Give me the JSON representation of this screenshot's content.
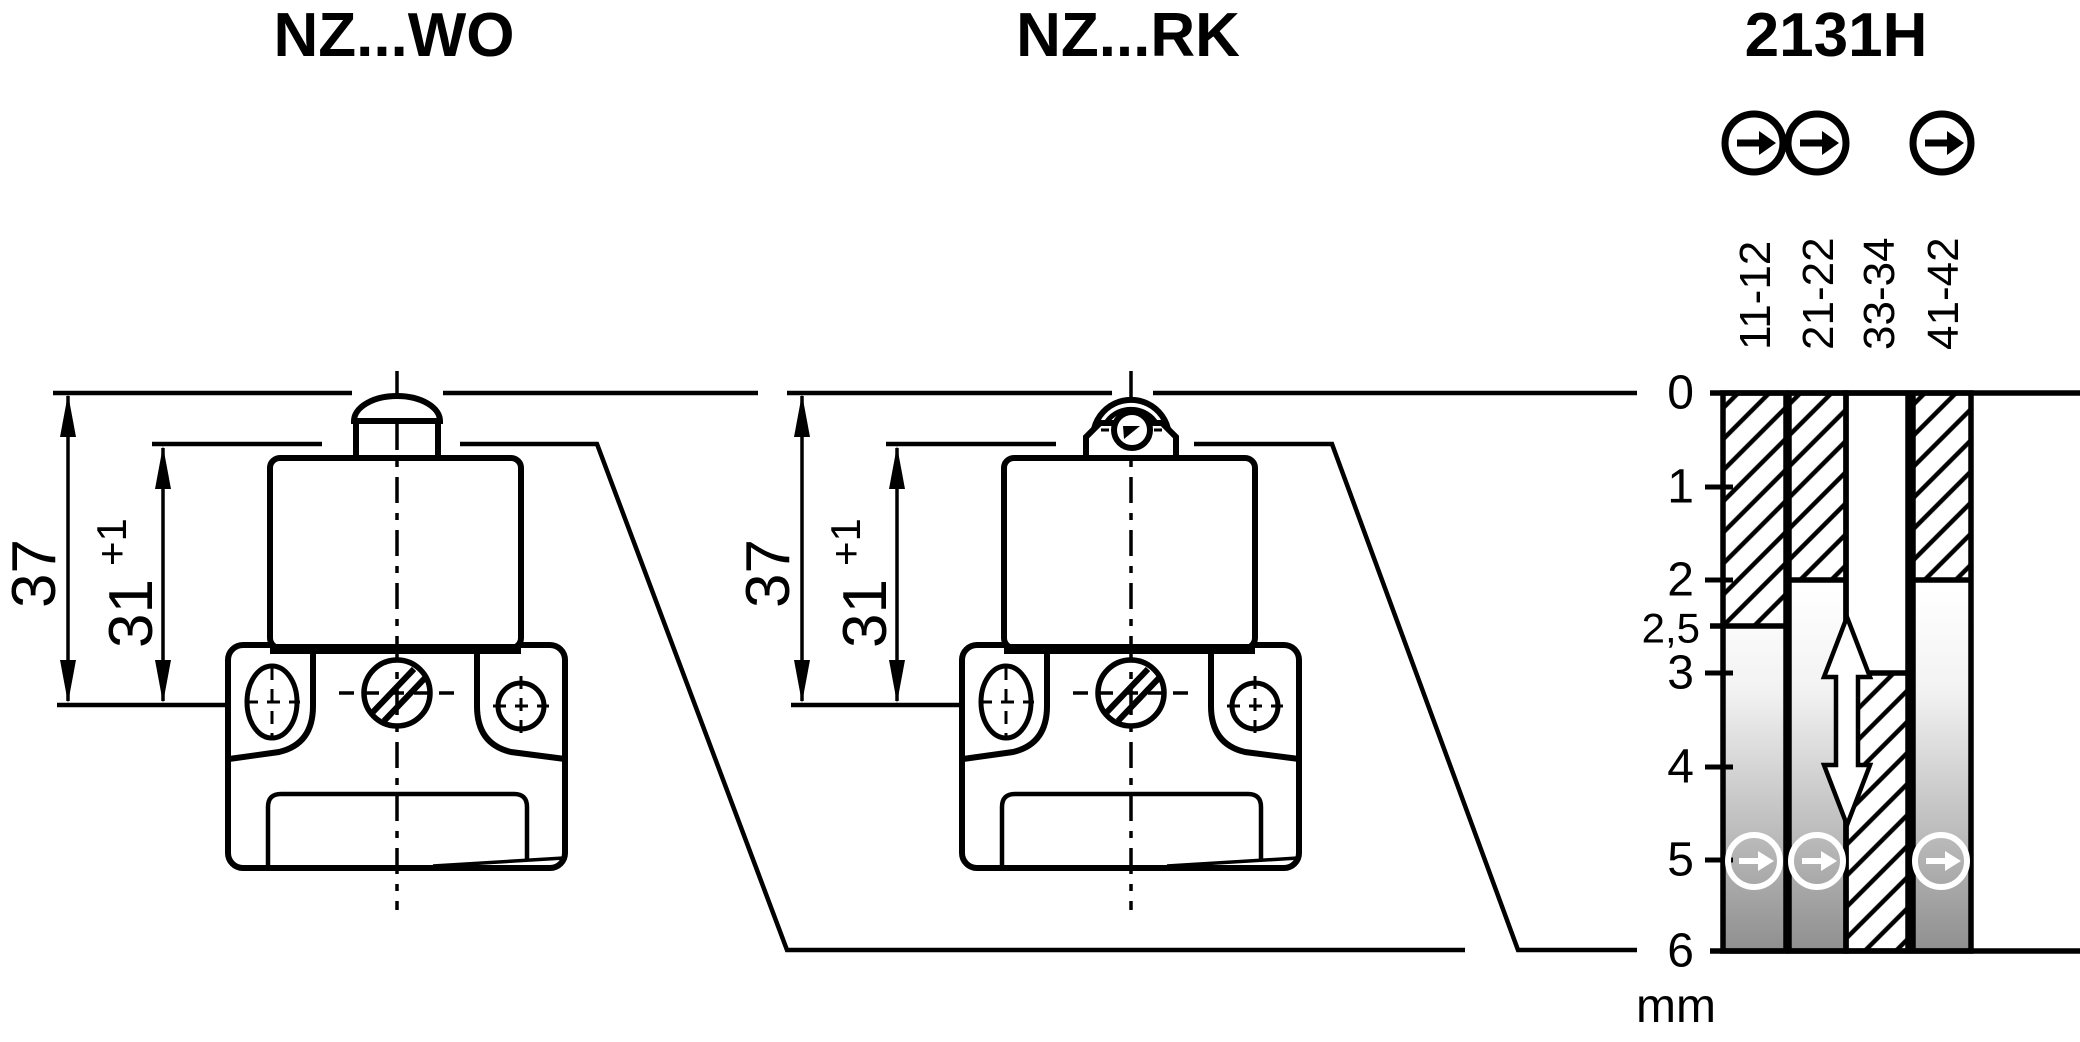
{
  "canvas": {
    "background": "#ffffff",
    "ink": "#000000",
    "overtravel_gray": "#8f8f8f"
  },
  "titles": {
    "variant_wo": "NZ...WO",
    "variant_rk": "NZ...RK",
    "diagram_code": "2131H"
  },
  "switches": [
    {
      "name": "NZ...WO",
      "actuator": "dome-plunger"
    },
    {
      "name": "NZ...RK",
      "actuator": "roller-plunger"
    }
  ],
  "dimension_labels": {
    "total_height": "37",
    "body_height": "31",
    "body_tolerance": "+1"
  },
  "icons": {
    "positive_opening": "circled-right-arrow-icon",
    "positive_opening_marker": "white-circled-right-arrow-icon",
    "actuation_direction": "double-vertical-arrow-icon"
  },
  "travel_diagram": {
    "code": "2131H",
    "type": "switch-travel-contact-diagram",
    "unit_label": "mm",
    "scale_labels": [
      "0",
      "1",
      "2",
      "2,5",
      "3",
      "4",
      "5",
      "6"
    ],
    "scale_values_mm": [
      0,
      1,
      2,
      2.5,
      3,
      4,
      5,
      6
    ],
    "axis_range_mm": [
      0,
      6
    ],
    "contacts": [
      {
        "label": "11-12",
        "closed_mm": [
          0,
          2.5
        ],
        "positive_opening_symbol": true,
        "positive_opening_marker_at_mm": 5
      },
      {
        "label": "21-22",
        "closed_mm": [
          0,
          2
        ],
        "positive_opening_symbol": true,
        "positive_opening_marker_at_mm": 5
      },
      {
        "label": "33-34",
        "closed_mm": [
          3,
          6
        ],
        "positive_opening_symbol": false,
        "positive_opening_marker_at_mm": null
      },
      {
        "label": "41-42",
        "closed_mm": [
          0,
          2
        ],
        "positive_opening_symbol": true,
        "positive_opening_marker_at_mm": 5
      }
    ]
  }
}
